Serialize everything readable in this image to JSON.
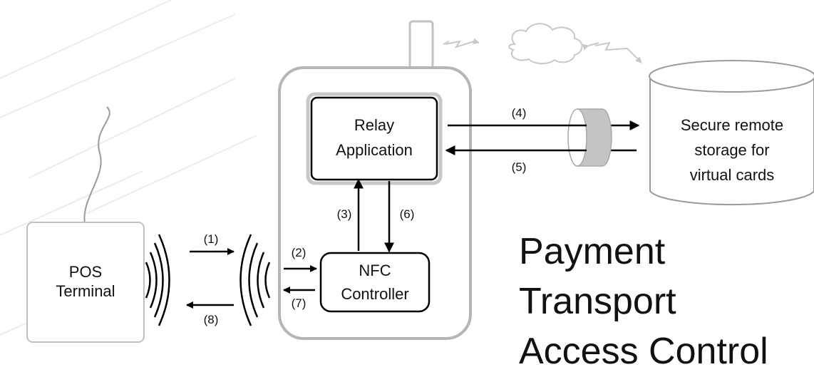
{
  "nodes": {
    "pos_terminal": {
      "line1": "POS",
      "line2": "Terminal"
    },
    "relay_app": {
      "line1": "Relay",
      "line2": "Application"
    },
    "nfc_controller": {
      "line1": "NFC",
      "line2": "Controller"
    },
    "storage": {
      "line1": "Secure remote",
      "line2": "storage for",
      "line3": "virtual cards"
    }
  },
  "steps": [
    "(1)",
    "(2)",
    "(3)",
    "(4)",
    "(5)",
    "(6)",
    "(7)",
    "(8)"
  ],
  "use_cases": [
    "Payment",
    "Transport",
    "Access Control"
  ],
  "colors": {
    "stroke": "#111111",
    "faint": "#c8c8c8",
    "phone_outline": "#b5b5b5",
    "cylinder_band": "#c4c4c4",
    "arrow": "#000000"
  }
}
